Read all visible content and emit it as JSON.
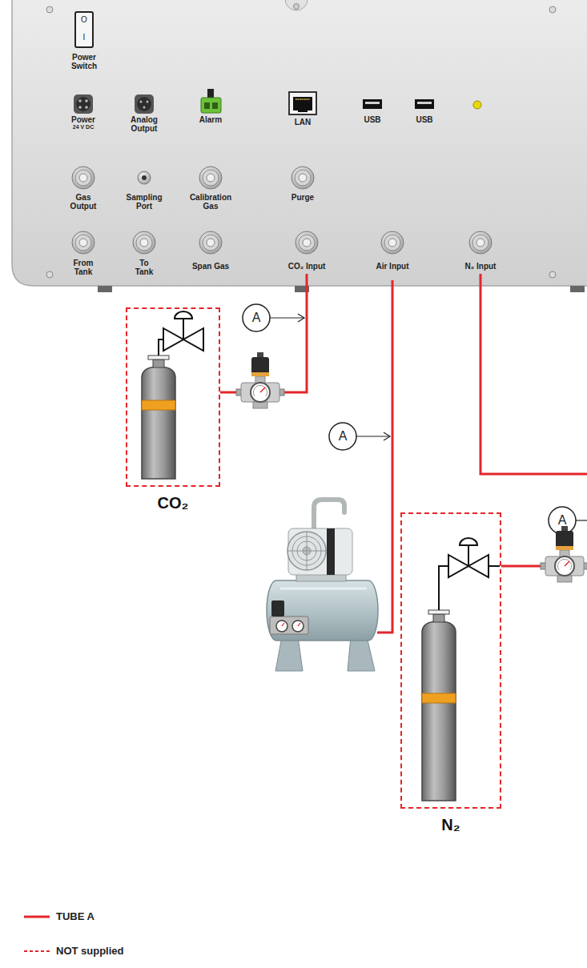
{
  "diagram": {
    "nodes": [
      {
        "text": [
          "CO₂ Input"
        ]
      },
      {
        "text": [
          "N₂ Input"
        ]
      },
      {
        "text": [
          "CO₂"
        ]
      },
      {
        "text": [
          "N₂"
        ]
      }
    ],
    "edges": [
      {
        "from": 0,
        "to": 2,
        "arrow": "none"
      },
      {
        "from": 1,
        "to": 3,
        "arrow": "none"
      }
    ],
    "labels": [
      "O",
      "I",
      "Power Switch",
      "Power",
      "24 V DC",
      "Analog Output",
      "Alarm",
      "LAN",
      "USB",
      "USB",
      "Gas Output",
      "Sampling Port",
      "Calibration Gas",
      "Purge",
      "From Tank",
      "To Tank",
      "Span Gas",
      "Air Input",
      "A",
      "A",
      "A"
    ],
    "legend": [
      {
        "text": "TUBE A"
      },
      {
        "text": "NOT supplied"
      }
    ]
  }
}
